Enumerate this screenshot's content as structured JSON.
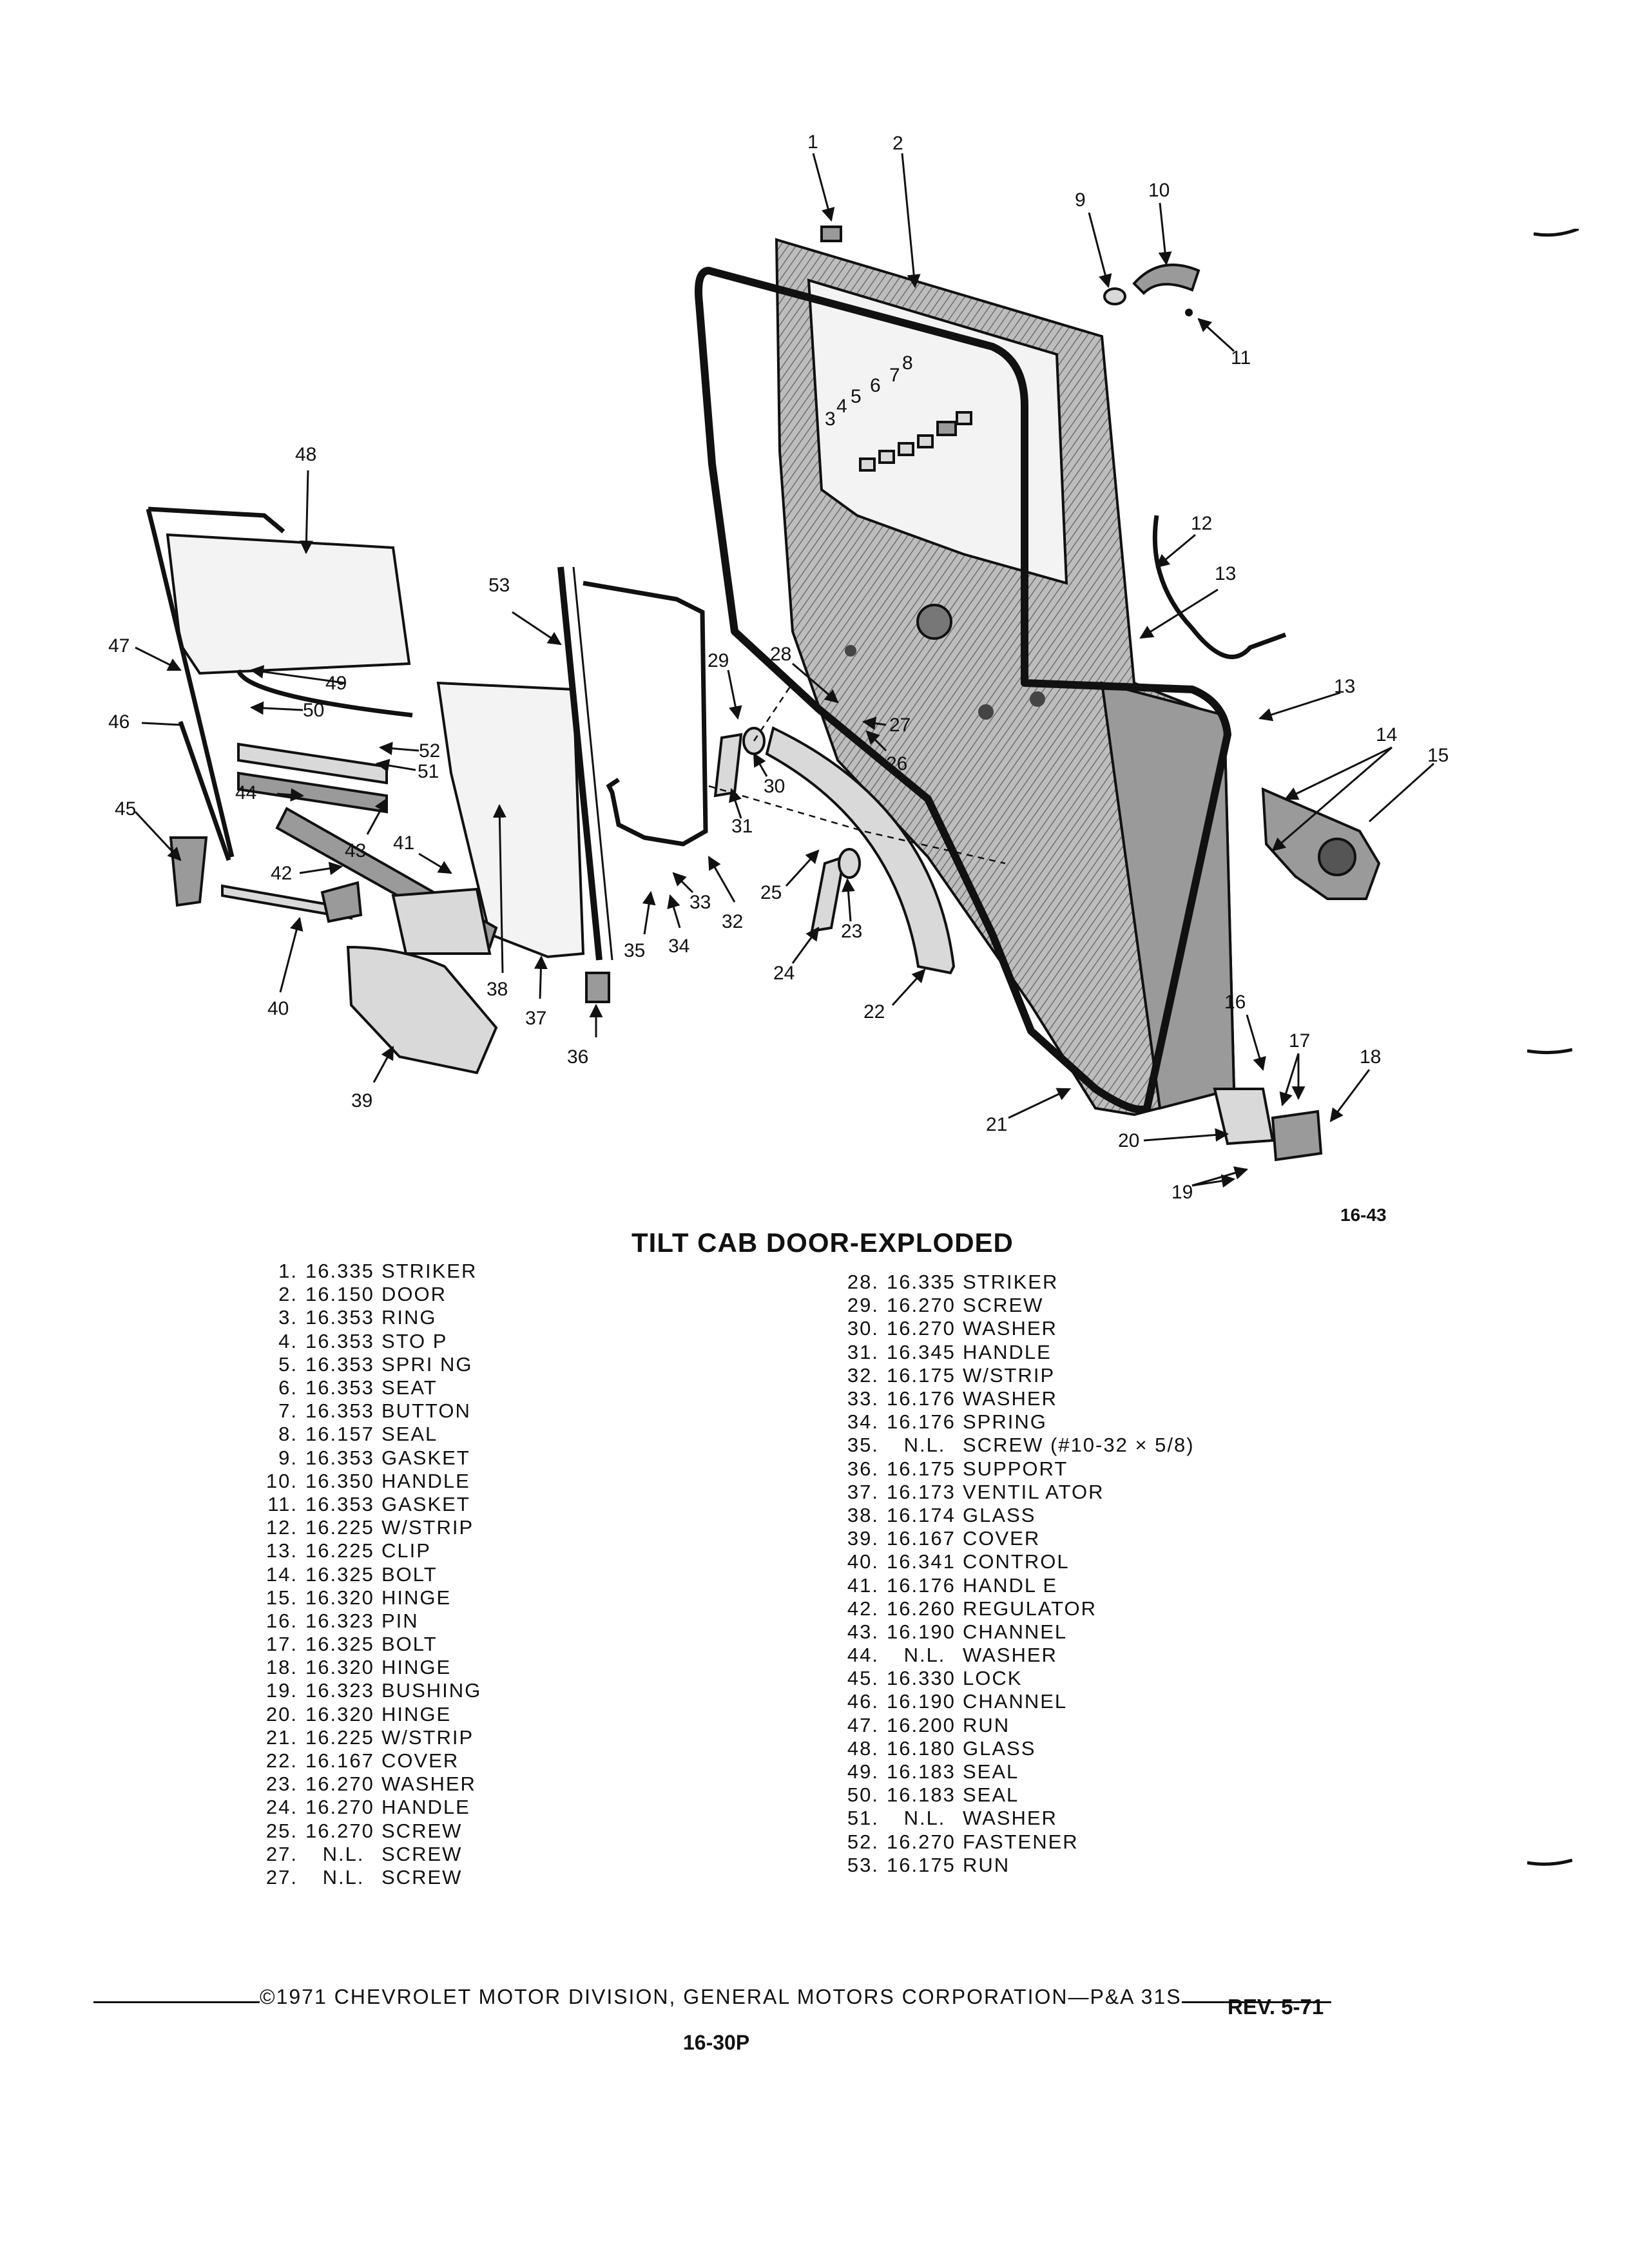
{
  "figure_ref": "16-43",
  "title": "TILT CAB DOOR-EXPLODED",
  "callouts": [
    "1",
    "2",
    "3",
    "4",
    "5",
    "6",
    "7",
    "8",
    "9",
    "10",
    "11",
    "12",
    "13",
    "13",
    "14",
    "15",
    "16",
    "17",
    "18",
    "19",
    "20",
    "21",
    "22",
    "23",
    "24",
    "25",
    "26",
    "27",
    "28",
    "29",
    "30",
    "31",
    "32",
    "33",
    "34",
    "35",
    "36",
    "37",
    "38",
    "39",
    "40",
    "41",
    "42",
    "43",
    "44",
    "45",
    "46",
    "47",
    "48",
    "49",
    "50",
    "51",
    "52",
    "53"
  ],
  "parts_left": [
    {
      "num": "1.",
      "group": "16.335",
      "name": "STRIKER"
    },
    {
      "num": "2.",
      "group": "16.150",
      "name": "DOOR"
    },
    {
      "num": "3.",
      "group": "16.353",
      "name": "RING"
    },
    {
      "num": "4.",
      "group": "16.353",
      "name": "STO P"
    },
    {
      "num": "5.",
      "group": "16.353",
      "name": "SPRI NG"
    },
    {
      "num": "6.",
      "group": "16.353",
      "name": "SEAT"
    },
    {
      "num": "7.",
      "group": "16.353",
      "name": "BUTTON"
    },
    {
      "num": "8.",
      "group": "16.157",
      "name": "SEAL"
    },
    {
      "num": "9.",
      "group": "16.353",
      "name": "GASKET"
    },
    {
      "num": "10.",
      "group": "16.350",
      "name": "HANDLE"
    },
    {
      "num": "11.",
      "group": "16.353",
      "name": "GASKET"
    },
    {
      "num": "12.",
      "group": "16.225",
      "name": "W/STRIP"
    },
    {
      "num": "13.",
      "group": "16.225",
      "name": "CLIP"
    },
    {
      "num": "14.",
      "group": "16.325",
      "name": "BOLT"
    },
    {
      "num": "15.",
      "group": "16.320",
      "name": "HINGE"
    },
    {
      "num": "16.",
      "group": "16.323",
      "name": "PIN"
    },
    {
      "num": "17.",
      "group": "16.325",
      "name": "BOLT"
    },
    {
      "num": "18.",
      "group": "16.320",
      "name": "HINGE"
    },
    {
      "num": "19.",
      "group": "16.323",
      "name": "BUSHING"
    },
    {
      "num": "20.",
      "group": "16.320",
      "name": "HINGE"
    },
    {
      "num": "21.",
      "group": "16.225",
      "name": "W/STRIP"
    },
    {
      "num": "22.",
      "group": "16.167",
      "name": "COVER"
    },
    {
      "num": "23.",
      "group": "16.270",
      "name": "WASHER"
    },
    {
      "num": "24.",
      "group": "16.270",
      "name": "HANDLE"
    },
    {
      "num": "25.",
      "group": "16.270",
      "name": "SCREW"
    },
    {
      "num": "27.",
      "group": "N.L.",
      "name": "SCREW"
    },
    {
      "num": "27.",
      "group": "N.L.",
      "name": "SCREW"
    }
  ],
  "parts_right": [
    {
      "num": "28.",
      "group": "16.335",
      "name": "STRIKER"
    },
    {
      "num": "29.",
      "group": "16.270",
      "name": "SCREW"
    },
    {
      "num": "30.",
      "group": "16.270",
      "name": "WASHER"
    },
    {
      "num": "31.",
      "group": "16.345",
      "name": "HANDLE"
    },
    {
      "num": "32.",
      "group": "16.175",
      "name": "W/STRIP"
    },
    {
      "num": "33.",
      "group": "16.176",
      "name": "WASHER"
    },
    {
      "num": "34.",
      "group": "16.176",
      "name": "SPRING"
    },
    {
      "num": "35.",
      "group": "N.L.",
      "name": "SCREW (#10-32 × 5/8)"
    },
    {
      "num": "36.",
      "group": "16.175",
      "name": "SUPPORT"
    },
    {
      "num": "37.",
      "group": "16.173",
      "name": "VENTIL ATOR"
    },
    {
      "num": "38.",
      "group": "16.174",
      "name": "GLASS"
    },
    {
      "num": "39.",
      "group": "16.167",
      "name": "COVER"
    },
    {
      "num": "40.",
      "group": "16.341",
      "name": "CONTROL"
    },
    {
      "num": "41.",
      "group": "16.176",
      "name": "HANDL E"
    },
    {
      "num": "42.",
      "group": "16.260",
      "name": "REGULATOR"
    },
    {
      "num": "43.",
      "group": "16.190",
      "name": "CHANNEL"
    },
    {
      "num": "44.",
      "group": "N.L.",
      "name": "WASHER"
    },
    {
      "num": "45.",
      "group": "16.330",
      "name": "LOCK"
    },
    {
      "num": "46.",
      "group": "16.190",
      "name": "CHANNEL"
    },
    {
      "num": "47.",
      "group": "16.200",
      "name": "RUN"
    },
    {
      "num": "48.",
      "group": "16.180",
      "name": "GLASS"
    },
    {
      "num": "49.",
      "group": "16.183",
      "name": "SEAL"
    },
    {
      "num": "50.",
      "group": "16.183",
      "name": "SEAL"
    },
    {
      "num": "51.",
      "group": "N.L.",
      "name": "WASHER"
    },
    {
      "num": "52.",
      "group": "16.270",
      "name": "FASTENER"
    },
    {
      "num": "53.",
      "group": "16.175",
      "name": "RUN"
    }
  ],
  "footer": {
    "copyright": "©1971 CHEVROLET MOTOR DIVISION, GENERAL MOTORS CORPORATION—P&A 31S",
    "revision": "REV. 5-71",
    "page": "16-30P"
  }
}
